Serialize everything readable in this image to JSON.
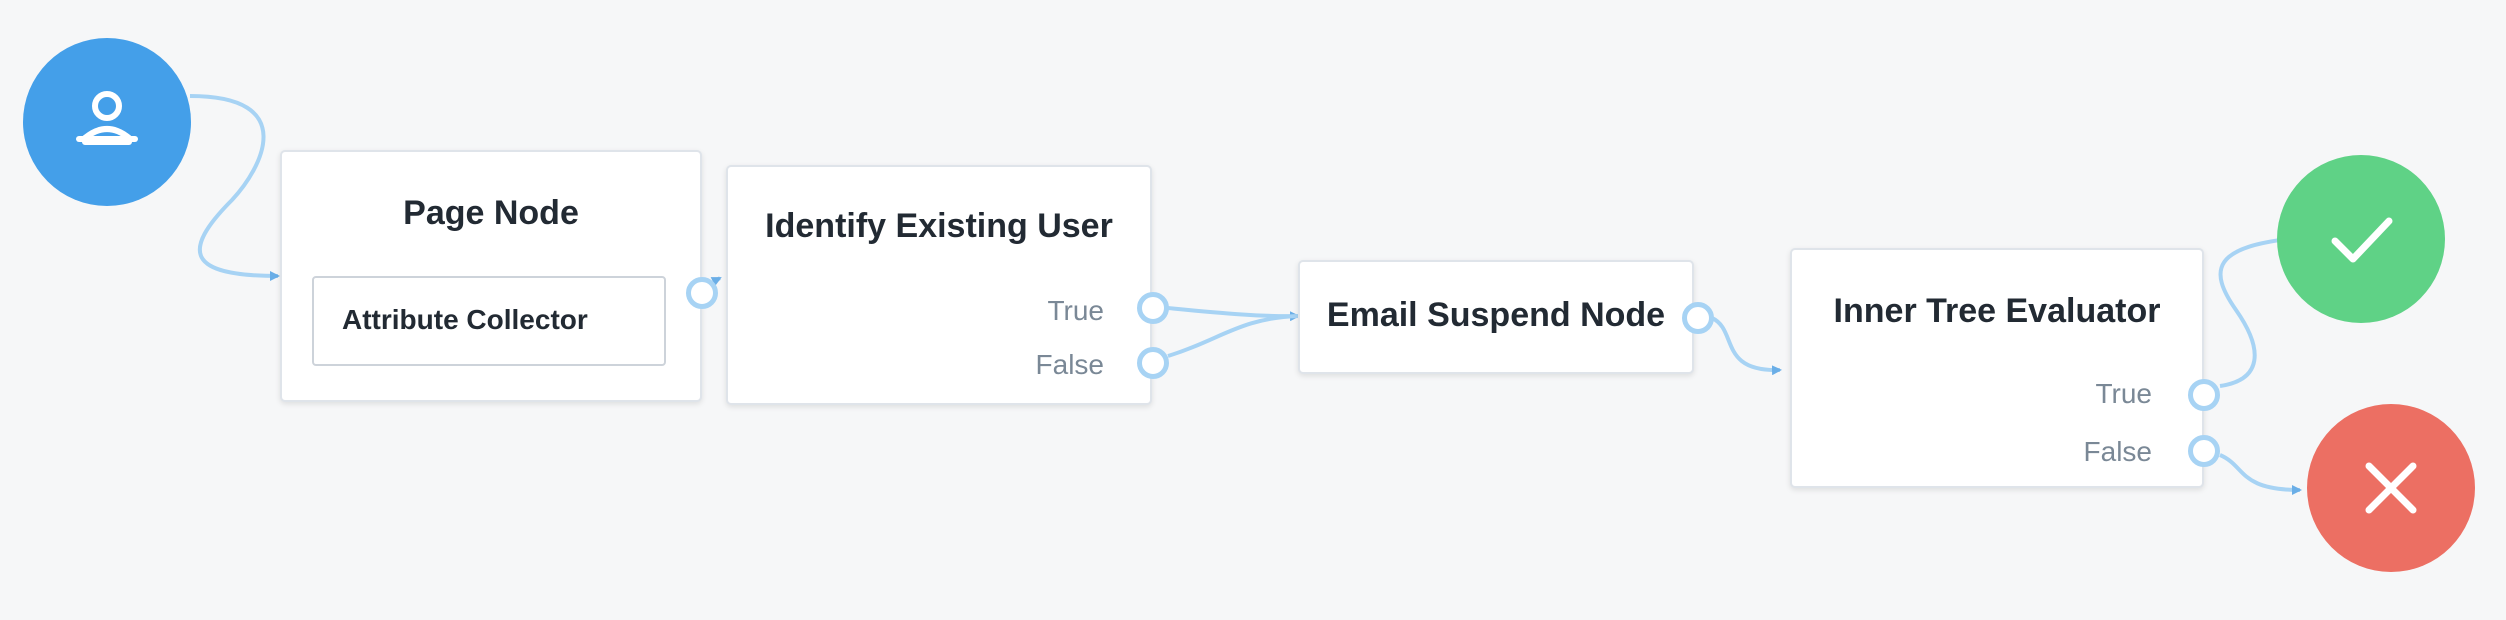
{
  "colors": {
    "start": "#449fe9",
    "success": "#5fd286",
    "failure": "#ec6f63",
    "wire": "#a7d3f4",
    "arrow": "#6aaee7"
  },
  "terminals": {
    "start_icon": "user-icon",
    "success_icon": "check-icon",
    "failure_icon": "close-icon"
  },
  "nodes": {
    "page_node": {
      "title": "Page Node",
      "child": "Attribute Collector"
    },
    "identify_existing_user": {
      "title": "Identify Existing User",
      "outcomes": [
        "True",
        "False"
      ]
    },
    "email_suspend_node": {
      "title": "Email Suspend Node"
    },
    "inner_tree_evaluator": {
      "title": "Inner Tree Evaluator",
      "outcomes": [
        "True",
        "False"
      ]
    }
  }
}
